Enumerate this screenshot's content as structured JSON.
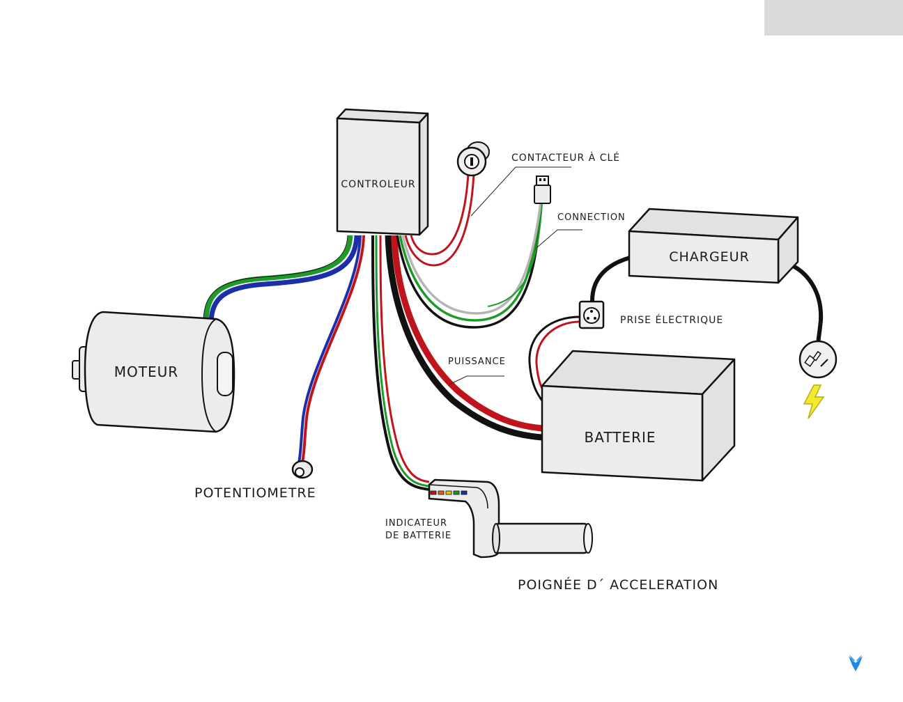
{
  "diagram": {
    "labels": {
      "controller": "CONTROLEUR",
      "key_switch": "CONTACTEUR À CLÉ",
      "connection": "CONNECTION",
      "charger": "CHARGEUR",
      "outlet": "PRISE ÉLECTRIQUE",
      "motor": "MOTEUR",
      "power": "PUISSANCE",
      "battery": "BATTERIE",
      "potentiometer": "POTENTIOMETRE",
      "indicator_line1": "INDICATEUR",
      "indicator_line2": "DE BATTERIE",
      "throttle": "POIGNÉE D´  ACCELERATION"
    },
    "wire_colors": {
      "red": "#c0141c",
      "green": "#1f9a2a",
      "blue": "#1c2fa8",
      "black": "#111111",
      "gray": "#b5b5b5",
      "bolt": "#f2ea2a"
    }
  }
}
